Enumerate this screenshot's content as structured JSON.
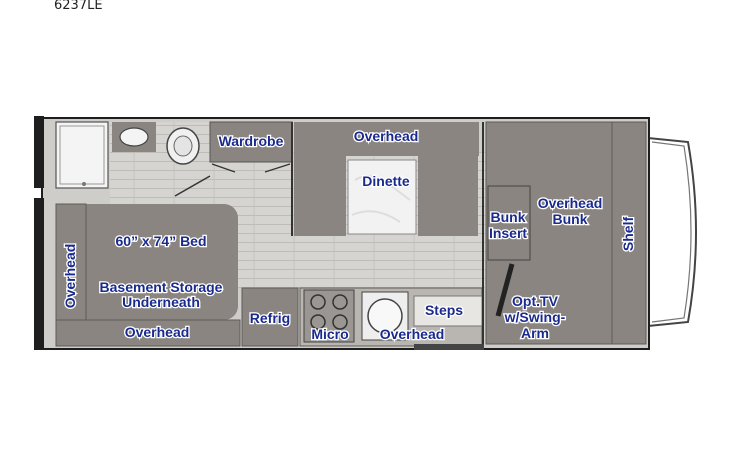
{
  "model": "6237LE",
  "rooms": {
    "wardrobe": "Wardrobe",
    "overhead_top": "Overhead",
    "dinette": "Dinette",
    "overhead_bunk_1": "Overhead",
    "overhead_bunk_2": "Bunk",
    "bunk_insert_1": "Bunk",
    "bunk_insert_2": "Insert",
    "shelf": "Shelf",
    "bed": "60” x 74” Bed",
    "basement_1": "Basement Storage",
    "basement_2": "Underneath",
    "overhead_left": "Overhead",
    "overhead_bottom_left": "Overhead",
    "refrig": "Refrig",
    "micro": "Micro",
    "overhead_bottom_mid": "Overhead",
    "steps": "Steps",
    "tv_1": "Opt.TV",
    "tv_2": "w/Swing-",
    "tv_3": "Arm"
  },
  "colors": {
    "label": "#1a2a8c",
    "wall": "#1e1e1e",
    "gray_fill": "#8a8580",
    "floor": "#d4d2cf",
    "dinette_table": "#f2f2f2"
  }
}
